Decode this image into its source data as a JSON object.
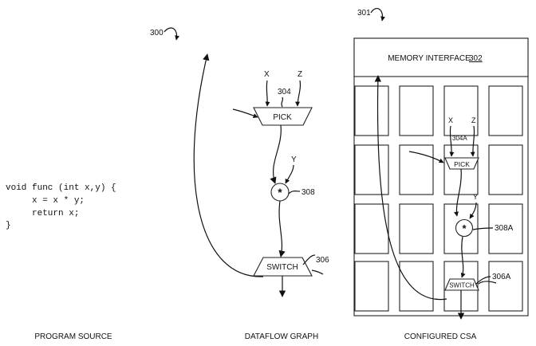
{
  "refs": {
    "program": "300",
    "csa": "301",
    "memory_number": "302",
    "pick": "304",
    "pick_csa": "304A",
    "switch": "306",
    "switch_csa": "306A",
    "mult": "308",
    "mult_csa": "308A"
  },
  "code": {
    "line1": "void func (int x,y) {",
    "line2": "     x = x * y;",
    "line3": "     return x;",
    "line4": "}"
  },
  "dataflow": {
    "input_x": "X",
    "input_z": "Z",
    "input_y": "Y",
    "pick_label": "PICK",
    "mult_label": "*",
    "switch_label": "SWITCH"
  },
  "csa": {
    "memory_label": "MEMORY INTERFACE",
    "input_x": "X",
    "input_z": "Z",
    "input_y": "Y",
    "pick_label": "PICK",
    "mult_label": "*",
    "switch_label": "SWITCH"
  },
  "captions": {
    "program": "PROGRAM SOURCE",
    "dataflow": "DATAFLOW GRAPH",
    "csa": "CONFIGURED CSA"
  }
}
